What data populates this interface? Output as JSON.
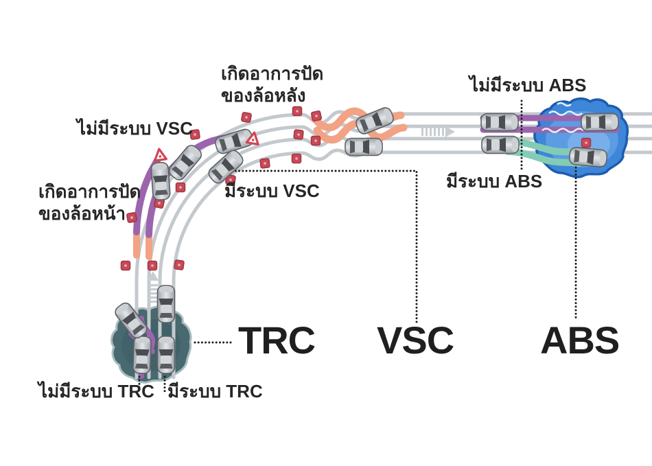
{
  "diagram_title_context": "vehicle stability systems demonstration track",
  "labels": {
    "rear_skid": "เกิดอาการปัด\nของล้อหลัง",
    "front_skid": "เกิดอาการปัด\nของล้อหน้า",
    "no_vsc": "ไม่มีระบบ VSC",
    "has_vsc": "มีระบบ VSC",
    "no_abs": "ไม่มีระบบ ABS",
    "has_abs": "มีระบบ ABS",
    "no_trc": "ไม่มีระบบ TRC",
    "has_trc": "มีระบบ TRC",
    "system_trc": "TRC",
    "system_vsc": "VSC",
    "system_abs": "ABS"
  },
  "icons": {
    "cone_marker": "red-square-pylon",
    "warning_triangle": "red-white-triangle",
    "direction_arrow": "gray-dashed-arrow",
    "car": "top-view-silver-car",
    "ice_patch": "blue-slippery-patch",
    "mud_patch": "dark-slippery-patch"
  },
  "colors": {
    "road": "#c4c9cd",
    "skid_orange": "#f2a285",
    "skid_purple": "#9c64ad",
    "abs_teal": "#82ccb6",
    "ice_blue": "#3e86d8",
    "ice_border": "#1d5cb0",
    "slippery_dark": "#47696f",
    "marker_red": "#c84a59",
    "text": "#262626"
  }
}
